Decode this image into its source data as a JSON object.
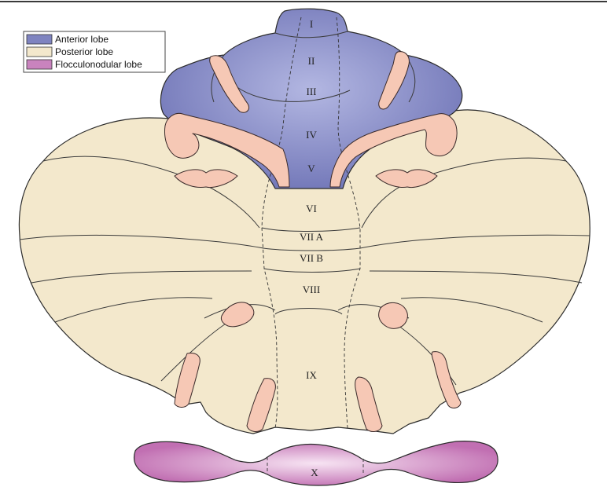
{
  "legend": {
    "items": [
      {
        "label": "Anterior lobe",
        "color": "#7f84c0"
      },
      {
        "label": "Posterior lobe",
        "color": "#f3e8cc"
      },
      {
        "label": "Flocculonodular lobe",
        "color": "#c983be"
      }
    ]
  },
  "lobules": [
    "I",
    "II",
    "III",
    "IV",
    "V",
    "VI",
    "VII A",
    "VII B",
    "VIII",
    "IX",
    "X"
  ],
  "colors": {
    "anterior": "#7f84c0",
    "anterior_light": "#9a9fd4",
    "posterior": "#f3e8cc",
    "flocculonodular": "#c983be",
    "flocculonodular_light": "#f2d6ec",
    "skin": "#f6c8b5",
    "top_rule": "#3a3a3a"
  }
}
